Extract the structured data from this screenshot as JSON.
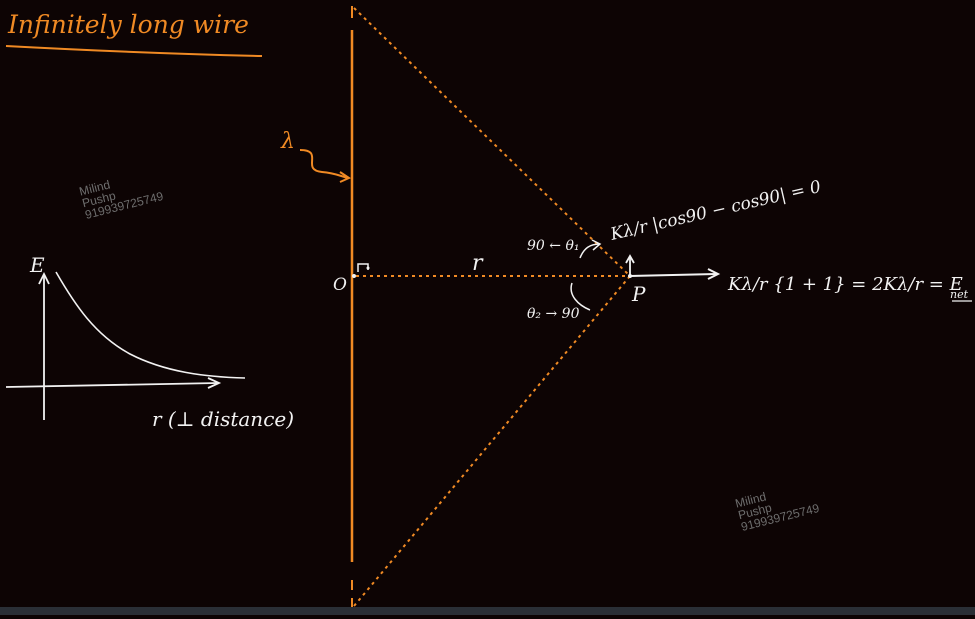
{
  "title": "Infinitely long wire",
  "colors": {
    "background": "#0d0404",
    "accent": "#f08a24",
    "ink": "#f2f2f2",
    "watermark": "#6e6e6e"
  },
  "watermarks": [
    {
      "line1": "Milind",
      "line2": "Pushp",
      "line3": "919939725749"
    },
    {
      "line1": "Milind",
      "line2": "Pushp",
      "line3": "919939725749"
    }
  ],
  "wire": {
    "charge_label": "λ",
    "origin_label": "O",
    "distance_label": "r",
    "point_label": "P",
    "theta1_label": "90 ← θ₁",
    "theta2_label": "θ₂ → 90"
  },
  "equations": {
    "perpendicular": "Kλ/r |cos90 − cos90| = 0",
    "parallel_lhs": "Kλ/r {1 + 1} = 2Kλ/r = E",
    "parallel_sub": "net"
  },
  "graph": {
    "ylabel": "E",
    "xlabel": "r (⊥ distance)"
  }
}
